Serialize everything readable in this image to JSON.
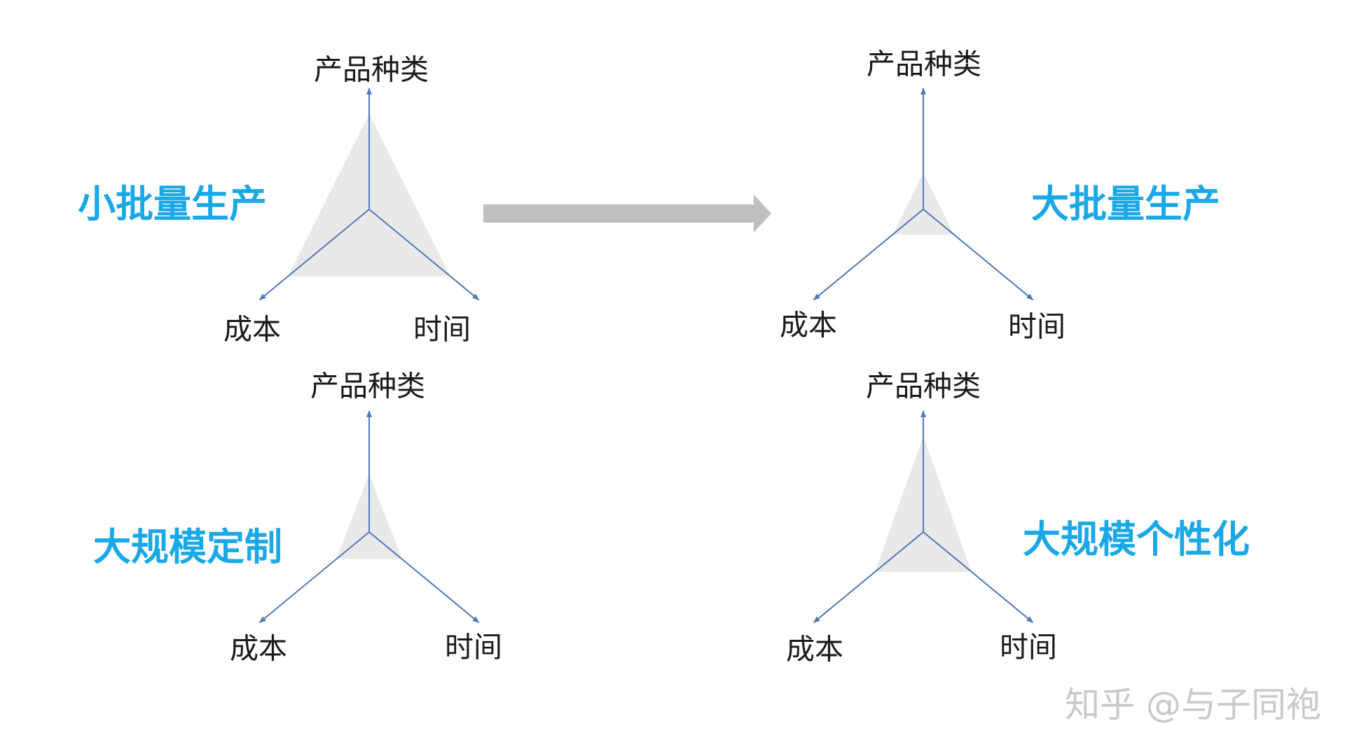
{
  "colors": {
    "axis": "#4f7ab8",
    "fill": "#e9e9e9",
    "mode_label": "#1aa8e6",
    "arrow": "#bfbfbf",
    "watermark": "#c9c9c9"
  },
  "diagrams": [
    {
      "name": "small-batch",
      "mode_label": "小批量生产",
      "axes": {
        "top": "产品种类",
        "left": "成本",
        "right": "时间"
      },
      "levels": {
        "product_variety": 0.79,
        "cost": 0.74,
        "time": 0.74
      }
    },
    {
      "name": "mass-production",
      "mode_label": "大批量生产",
      "axes": {
        "top": "产品种类",
        "left": "成本",
        "right": "时间"
      },
      "levels": {
        "product_variety": 0.3,
        "cost": 0.28,
        "time": 0.28
      }
    },
    {
      "name": "mass-customization",
      "mode_label": "大规模定制",
      "axes": {
        "top": "产品种类",
        "left": "成本",
        "right": "时间"
      },
      "levels": {
        "product_variety": 0.48,
        "cost": 0.3,
        "time": 0.3
      }
    },
    {
      "name": "mass-personalization",
      "mode_label": "大规模个性化",
      "axes": {
        "top": "产品种类",
        "left": "成本",
        "right": "时间"
      },
      "levels": {
        "product_variety": 0.79,
        "cost": 0.44,
        "time": 0.44
      }
    }
  ],
  "transition_arrow": {
    "from": "small-batch",
    "to": "mass-production"
  },
  "watermark": "知乎 @与子同袍"
}
